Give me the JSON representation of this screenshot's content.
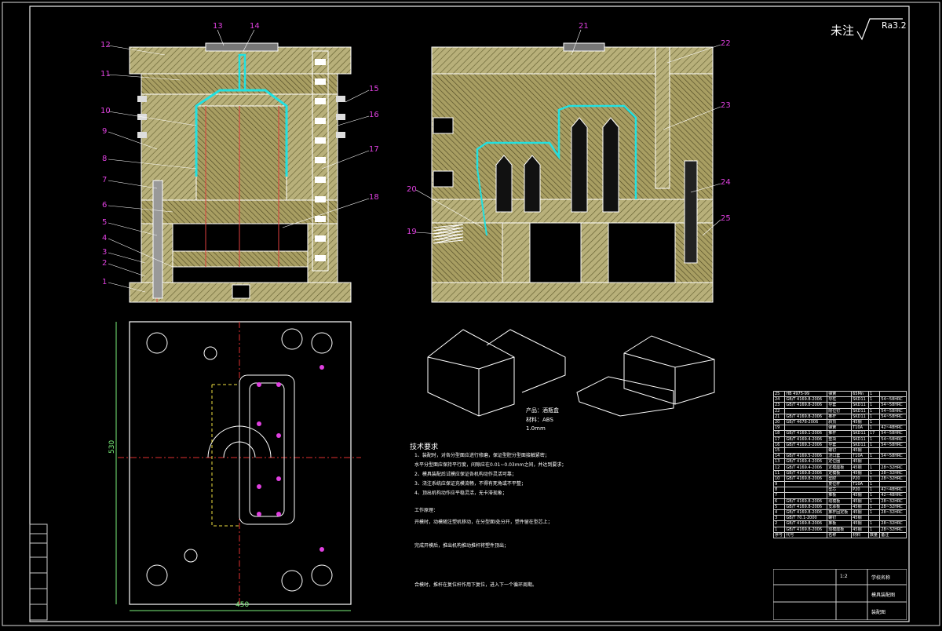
{
  "surface_note": "未注",
  "roughness": "Ra3.2",
  "callouts": [
    "1",
    "2",
    "3",
    "4",
    "5",
    "6",
    "7",
    "8",
    "9",
    "10",
    "11",
    "12",
    "13",
    "14",
    "15",
    "16",
    "17",
    "18",
    "19",
    "20",
    "21",
    "22",
    "23",
    "24",
    "25"
  ],
  "dimensions": {
    "height": "530",
    "width": "450"
  },
  "product_caption": {
    "product": "产品：酒瓶盒",
    "material": "材料：ABS",
    "thickness": "1.0mm"
  },
  "requirements": {
    "title": "技术要求",
    "lines": [
      "1、装配时，对各分型面应进行修磨，保证型腔分型面接触紧密；",
      "水平分型面应保持平行度，间隙应在0.01~0.03mm之间，并达到要求；",
      "2、模具装配后试模应保证各机构动作灵活可靠；",
      "3、浇注系统应保证充模流畅，不得有死角或不平整；",
      "4、顶出机构动作应平稳灵活，无卡滞现象；",
      "工作原理：",
      "开模时，动模随注塑机移动，在分型面I处分开，塑件留在型芯上；",
      "完成开模后，推出机构推动推杆将塑件顶出；",
      "合模时，推杆在复位杆作用下复位，进入下一个循环周期。"
    ]
  },
  "bom_rows": [
    [
      "25",
      "HB 4975-99",
      "弹簧",
      "65Mn",
      "1",
      ""
    ],
    [
      "24",
      "GB/T 4169.8-2006",
      "导柱",
      "SKD11",
      "1",
      "54~58HRC"
    ],
    [
      "23",
      "GB/T 4169.8-2006",
      "导套",
      "SKD11",
      "1",
      "54~58HRC"
    ],
    [
      "22",
      "",
      "限位钉",
      "SKD11",
      "1",
      "54~58HRC"
    ],
    [
      "21",
      "GB/T 4169.8-2006",
      "推杆",
      "SKD11",
      "1",
      "54~58HRC"
    ],
    [
      "20",
      "GB/T 4678-2006",
      "斜顶",
      "45钢",
      "1",
      ""
    ],
    [
      "19",
      "",
      "弹簧",
      "T10A",
      "1",
      "42~48HRC"
    ],
    [
      "18",
      "GB/T 4169.1-2006",
      "推杆",
      "SKD11",
      "17",
      "54~58HRC"
    ],
    [
      "17",
      "GB/T 4169.4-2006",
      "垫块",
      "SKD11",
      "1",
      "54~58HRC"
    ],
    [
      "16",
      "GB/T 4169.3-2006",
      "导套",
      "SKD11",
      "1",
      "54~58HRC"
    ],
    [
      "15",
      "",
      "螺钉",
      "45钢",
      "",
      ""
    ],
    [
      "14",
      "GB/T 4169.5-2006",
      "浇口套",
      "T10A",
      "1",
      "54~58HRC"
    ],
    [
      "13",
      "GB/T 4169.4-2006",
      "定位圈",
      "45钢",
      "",
      ""
    ],
    [
      "12",
      "GB/T 4169.4-2006",
      "定模座板",
      "45钢",
      "1",
      "28~32HRC"
    ],
    [
      "11",
      "GB/T 4169.8-2006",
      "定模板",
      "45钢",
      "1",
      "28~32HRC"
    ],
    [
      "10",
      "GB/T 4169.8-2006",
      "型腔",
      "P20",
      "1",
      "28~32HRC"
    ],
    [
      "9",
      "",
      "复位杆",
      "T10A",
      "1",
      ""
    ],
    [
      "8",
      "",
      "型芯",
      "P20",
      "1",
      "42~48HRC"
    ],
    [
      "7",
      "",
      "推板",
      "45钢",
      "1",
      "42~48HRC"
    ],
    [
      "6",
      "GB/T 4169.8-2006",
      "动模板",
      "45钢",
      "1",
      "28~32HRC"
    ],
    [
      "5",
      "GB/T 4169.8-2006",
      "支承板",
      "45钢",
      "1",
      "28~32HRC"
    ],
    [
      "4",
      "GB/T 4169.8-2006",
      "推杆固定板",
      "45钢",
      "1",
      "28~32HRC"
    ],
    [
      "3",
      "GB/T 70.1-2000",
      "螺钉",
      "45钢",
      "",
      ""
    ],
    [
      "2",
      "GB/T 4169.8-2006",
      "推板",
      "45钢",
      "1",
      "28~32HRC"
    ],
    [
      "1",
      "GB/T 4169.8-2006",
      "动模座板",
      "45钢",
      "1",
      "28~32HRC"
    ]
  ],
  "bom_header": [
    "序号",
    "代号",
    "名称",
    "材料",
    "数量",
    "备注"
  ],
  "title_block": {
    "scale": "1:2",
    "name": "模具装配图",
    "company": "学校名称",
    "sheet": "装配图"
  }
}
